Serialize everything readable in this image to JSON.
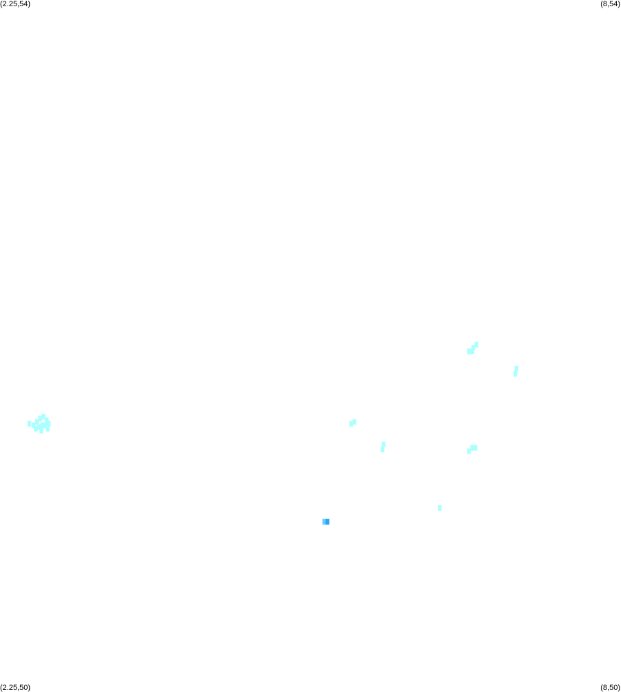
{
  "corners": {
    "top_left": "(2.25,54)",
    "top_right": "(8,54)",
    "bottom_left": "(2.25,50)",
    "bottom_right": "(8,50)"
  },
  "extent": {
    "lon_min": 2.25,
    "lon_max": 8,
    "lat_min": 50,
    "lat_max": 54
  },
  "colors": {
    "background": "#ffffff",
    "light_cell": "#aaffff",
    "dark_cell": "#29a6f0",
    "mid_cell": "#66ccff"
  },
  "cell_size_deg": 0.03,
  "cells": [
    {
      "lon": 2.56,
      "lat": 51.53,
      "level": "light"
    },
    {
      "lon": 2.59,
      "lat": 51.55,
      "level": "light"
    },
    {
      "lon": 2.62,
      "lat": 51.57,
      "level": "light"
    },
    {
      "lon": 2.65,
      "lat": 51.58,
      "level": "light"
    },
    {
      "lon": 2.68,
      "lat": 51.56,
      "level": "light"
    },
    {
      "lon": 2.61,
      "lat": 51.52,
      "level": "light"
    },
    {
      "lon": 2.64,
      "lat": 51.53,
      "level": "light"
    },
    {
      "lon": 2.67,
      "lat": 51.53,
      "level": "light"
    },
    {
      "lon": 2.58,
      "lat": 51.51,
      "level": "light"
    },
    {
      "lon": 2.63,
      "lat": 51.5,
      "level": "light"
    },
    {
      "lon": 2.7,
      "lat": 51.54,
      "level": "light"
    },
    {
      "lon": 2.52,
      "lat": 51.54,
      "level": "light"
    },
    {
      "lon": 2.69,
      "lat": 51.51,
      "level": "light"
    },
    {
      "lon": 5.5,
      "lat": 51.54,
      "level": "light"
    },
    {
      "lon": 5.53,
      "lat": 51.55,
      "level": "light"
    },
    {
      "lon": 5.8,
      "lat": 51.42,
      "level": "light"
    },
    {
      "lon": 5.79,
      "lat": 51.39,
      "level": "light"
    },
    {
      "lon": 6.63,
      "lat": 51.98,
      "level": "light"
    },
    {
      "lon": 6.66,
      "lat": 52.0,
      "level": "light"
    },
    {
      "lon": 6.62,
      "lat": 51.96,
      "level": "light"
    },
    {
      "lon": 6.59,
      "lat": 51.96,
      "level": "light"
    },
    {
      "lon": 7.03,
      "lat": 51.86,
      "level": "light"
    },
    {
      "lon": 7.02,
      "lat": 51.83,
      "level": "light"
    },
    {
      "lon": 6.62,
      "lat": 51.4,
      "level": "light"
    },
    {
      "lon": 6.59,
      "lat": 51.38,
      "level": "light"
    },
    {
      "lon": 6.65,
      "lat": 51.4,
      "level": "light"
    },
    {
      "lon": 6.32,
      "lat": 51.05,
      "level": "light"
    },
    {
      "lon": 5.25,
      "lat": 50.97,
      "level": "mid"
    },
    {
      "lon": 5.28,
      "lat": 50.97,
      "level": "dark"
    }
  ]
}
